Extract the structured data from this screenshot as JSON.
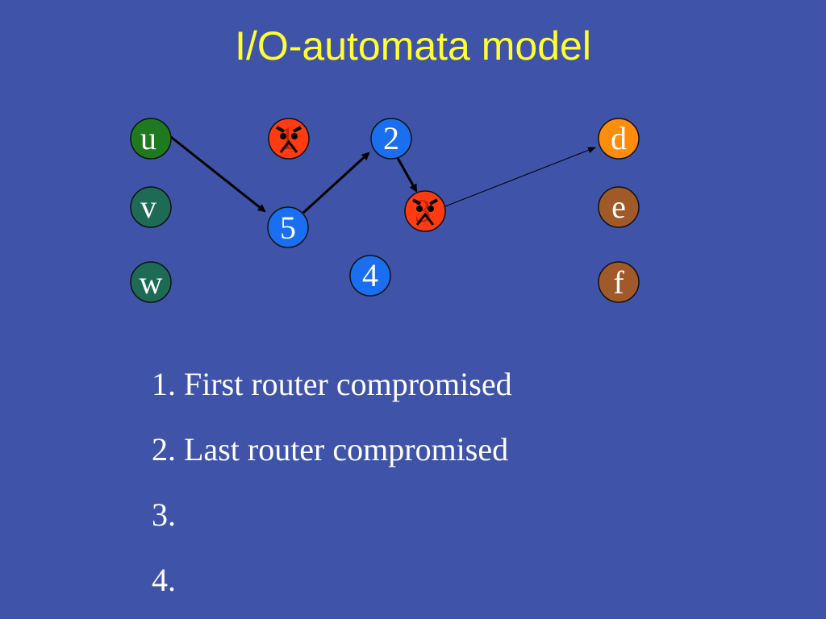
{
  "slide": {
    "title": "I/O-automata model"
  },
  "nodes": {
    "u": {
      "label": "u",
      "color": "#1f7a1f"
    },
    "v": {
      "label": "v",
      "color": "#1d6b55"
    },
    "w": {
      "label": "w",
      "color": "#1d6b55"
    },
    "r1": {
      "label": "1",
      "color": "#ff3b12",
      "compromised": true
    },
    "r2": {
      "label": "2",
      "color": "#1a6ff0"
    },
    "r3": {
      "label": "3",
      "color": "#ff3b12",
      "compromised": true
    },
    "r4": {
      "label": "4",
      "color": "#1a6ff0"
    },
    "r5": {
      "label": "5",
      "color": "#1a6ff0"
    },
    "d": {
      "label": "d",
      "color": "#ff8c0a"
    },
    "e": {
      "label": "e",
      "color": "#a05a2a"
    },
    "f": {
      "label": "f",
      "color": "#a05a2a"
    }
  },
  "edges": [
    {
      "from": "u",
      "to": "r5",
      "style": "thick"
    },
    {
      "from": "r5",
      "to": "r2",
      "style": "thick"
    },
    {
      "from": "r2",
      "to": "r3",
      "style": "thick"
    },
    {
      "from": "r3",
      "to": "d",
      "style": "thin"
    }
  ],
  "list": {
    "items": [
      "1. First router compromised",
      "2. Last router compromised",
      "3.",
      "4."
    ]
  }
}
